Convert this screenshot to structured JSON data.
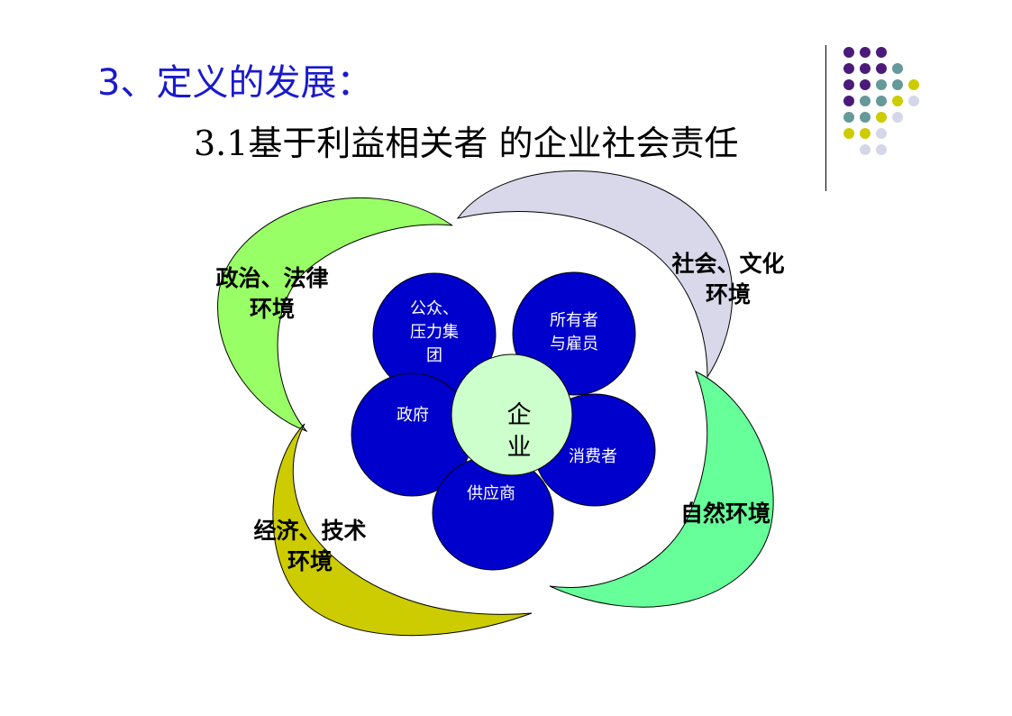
{
  "slide": {
    "title": "3、定义的发展：",
    "subtitle": "3.1基于利益相关者  的企业社会责任"
  },
  "colors": {
    "title": "#1a1acc",
    "petal": "#0000cc",
    "center": "#ccffcc",
    "arc_politics": "#99ff66",
    "arc_society": "#d8d8ea",
    "arc_nature": "#66ff99",
    "arc_economy": "#cccc00",
    "dot_purple": "#4b1a7a",
    "dot_teal": "#669999",
    "dot_olive": "#cccc00",
    "dot_lavender": "#d6d6ea"
  },
  "environments": [
    {
      "id": "politics",
      "label": "政治、法律\n环境"
    },
    {
      "id": "society",
      "label": "社会、文化\n环境"
    },
    {
      "id": "nature",
      "label": "自然环境"
    },
    {
      "id": "economy",
      "label": "经济、技术\n环境"
    }
  ],
  "stakeholders": [
    {
      "id": "public",
      "label": "公众、\n压力集\n团"
    },
    {
      "id": "owners",
      "label": "所有者\n与雇员"
    },
    {
      "id": "government",
      "label": "政府"
    },
    {
      "id": "consumers",
      "label": "消费者"
    },
    {
      "id": "suppliers",
      "label": "供应商"
    }
  ],
  "center": {
    "label": "企\n业"
  }
}
